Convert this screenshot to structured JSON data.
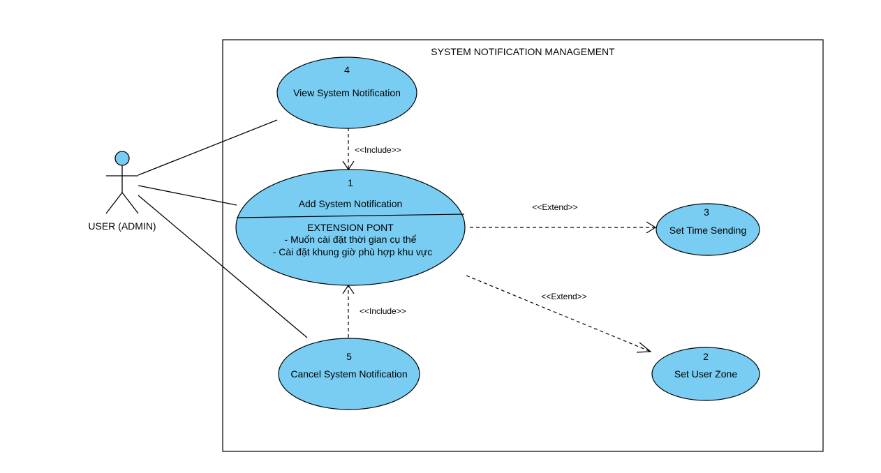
{
  "system": {
    "title": "SYSTEM NOTIFICATION MANAGEMENT"
  },
  "actor": {
    "label": "USER (ADMIN)"
  },
  "colors": {
    "use_case_fill": "#79CDF2",
    "stroke": "#000000",
    "background": "#FFFFFF"
  },
  "use_cases": {
    "view": {
      "number": "4",
      "label": "View System Notification"
    },
    "add": {
      "number": "1",
      "label": "Add System Notification",
      "extension_title": "EXTENSION PONT",
      "extension_line1": "- Muốn cài đặt thời gian cụ thể",
      "extension_line2": "- Cài đặt khung giờ phù hợp khu vực"
    },
    "time": {
      "number": "3",
      "label": "Set Time Sending"
    },
    "zone": {
      "number": "2",
      "label": "Set User Zone"
    },
    "cancel": {
      "number": "5",
      "label": "Cancel System Notification"
    }
  },
  "relations": {
    "include_view_add": "<<Include>>",
    "include_cancel_add": "<<Include>>",
    "extend_time": "<<Extend>>",
    "extend_zone": "<<Extend>>"
  }
}
